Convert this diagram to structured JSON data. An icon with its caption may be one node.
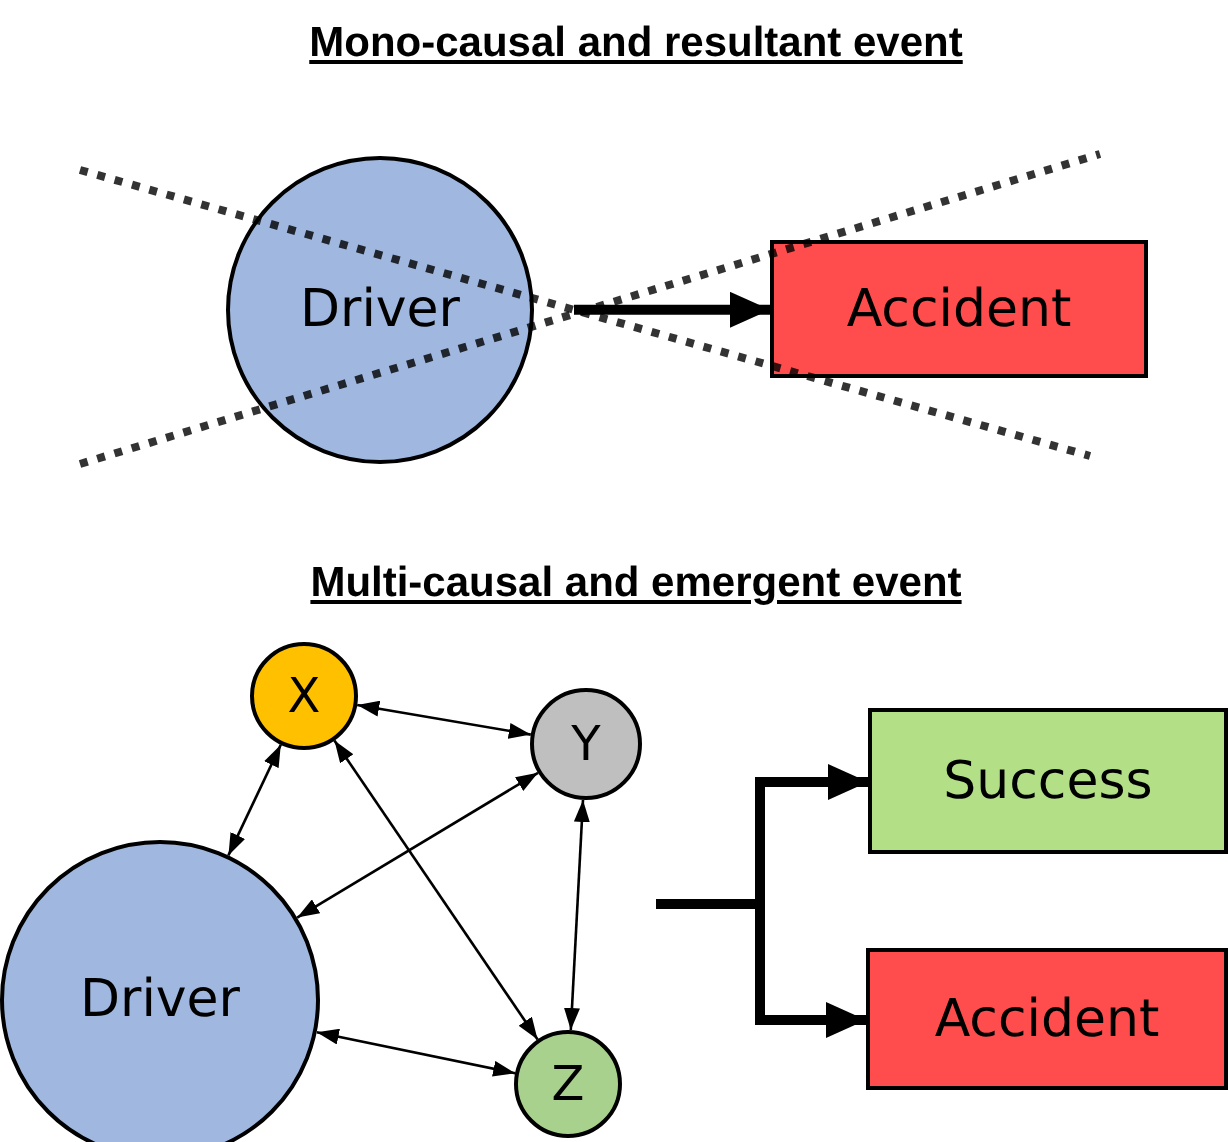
{
  "diagram": {
    "nodes": [
      {
        "text": [
          "Driver"
        ]
      },
      {
        "text": [
          "Accident"
        ]
      },
      {
        "text": [
          "X"
        ]
      },
      {
        "text": [
          "Y"
        ]
      },
      {
        "text": [
          "Driver"
        ]
      },
      {
        "text": [
          "Z"
        ]
      },
      {
        "text": [
          "Success"
        ]
      },
      {
        "text": [
          "Accident"
        ]
      }
    ],
    "edges": [
      {
        "from": 0,
        "to": 1,
        "arrow": "to",
        "style": "thick"
      },
      {
        "from": 2,
        "to": 3,
        "arrow": "both"
      },
      {
        "from": 2,
        "to": 4,
        "arrow": "both"
      },
      {
        "from": 3,
        "to": 4,
        "arrow": "both"
      },
      {
        "from": 2,
        "to": 5,
        "arrow": "both"
      },
      {
        "from": 3,
        "to": 5,
        "arrow": "both"
      },
      {
        "from": 4,
        "to": 5,
        "arrow": "both"
      },
      {
        "from": null,
        "to": 6,
        "arrow": "to",
        "style": "thick"
      },
      {
        "from": null,
        "to": 7,
        "arrow": "to",
        "style": "thick"
      }
    ],
    "labels": [
      "Mono-causal and resultant event",
      "Multi-causal and emergent event"
    ]
  }
}
